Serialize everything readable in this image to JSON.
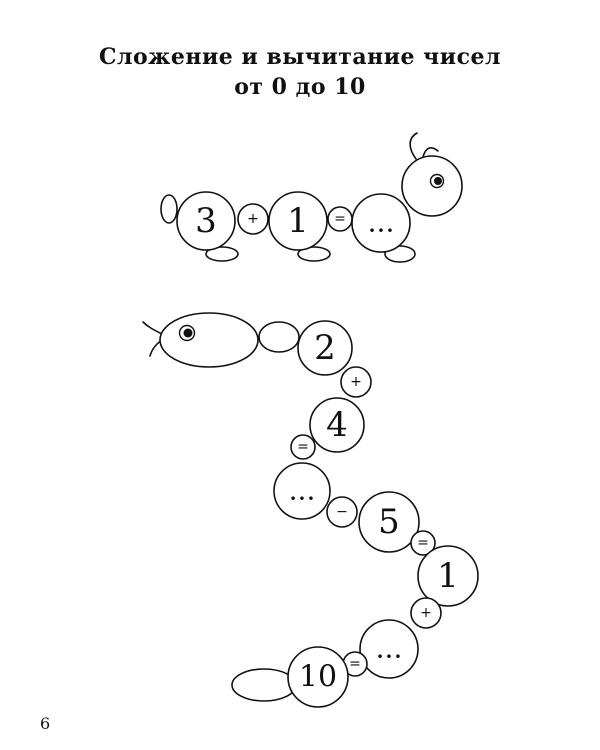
{
  "title": {
    "line1": "Сложение и вычитание чисел",
    "line2": "от 0 до 10"
  },
  "caterpillar": {
    "first_number": "3",
    "operator1": "+",
    "second_number": "1",
    "equals": "=",
    "answer": "..."
  },
  "snake": {
    "term1": "2",
    "op1": "+",
    "term2": "4",
    "eq1": "=",
    "blank1": "...",
    "op2": "−",
    "term3": "5",
    "eq2": "=",
    "term4": "1",
    "op3": "+",
    "blank2": "...",
    "eq3": "=",
    "term5": "10"
  },
  "page_number": "6"
}
